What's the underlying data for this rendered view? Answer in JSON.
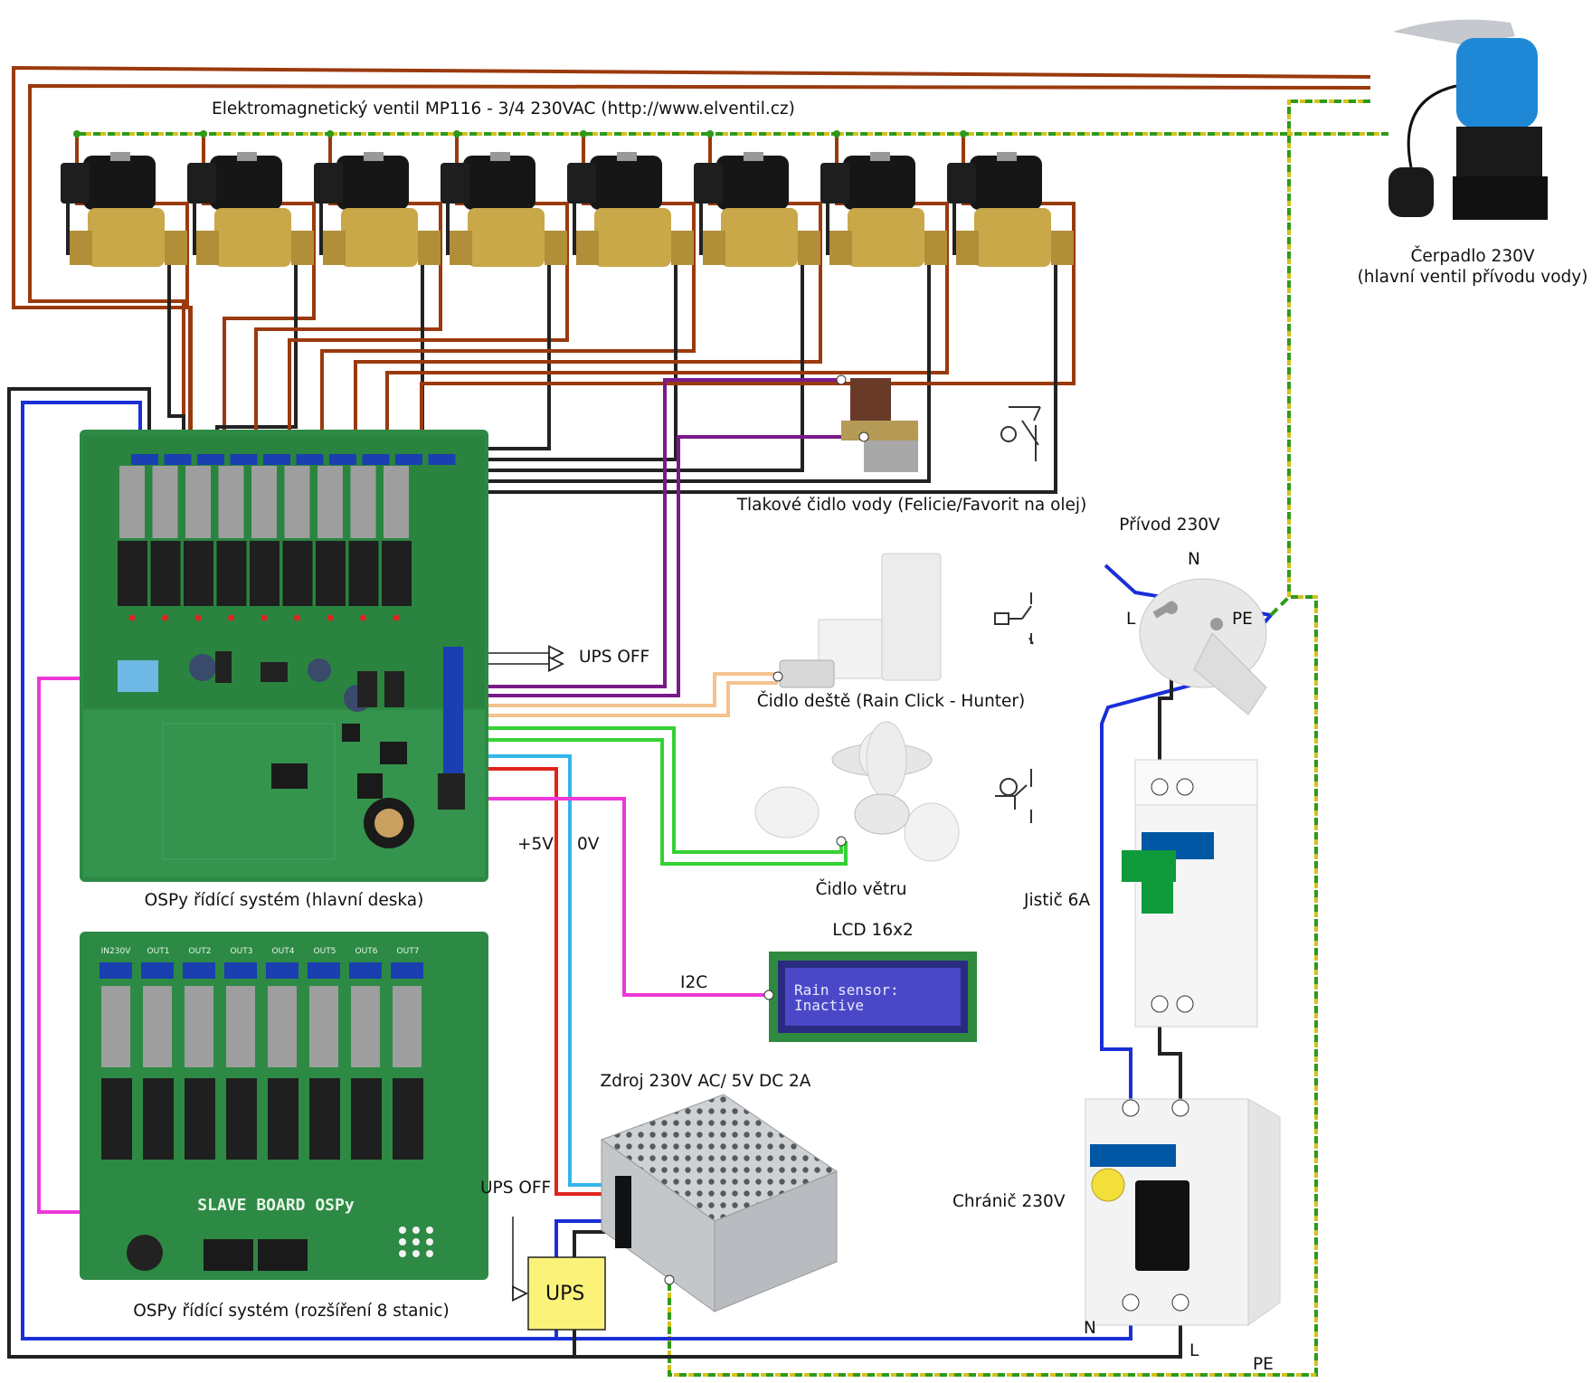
{
  "labels": {
    "valve_title": "Elektromagnetický ventil MP116 - 3/4 230VAC (http://www.elventil.cz)",
    "pump_name": "Čerpadlo 230V",
    "pump_note": "(hlavní ventil přívodu vody)",
    "pressure_sensor": "Tlakové čidlo vody (Felicie/Favorit na olej)",
    "supply": "Přívod 230V",
    "rain_sensor": "Čidlo deště (Rain Click - Hunter)",
    "ups_off_top": "UPS OFF",
    "wind_sensor": "Čidlo větru",
    "main_board": "OSPy řídící systém (hlavní deska)",
    "plus5v": "+5V",
    "zero_v": "0V",
    "breaker": "Jistič 6A",
    "lcd_title": "LCD 16x2",
    "i2c": "I2C",
    "psu": "Zdroj 230V AC/ 5V DC 2A",
    "rcd": "Chránič 230V",
    "ups_off_bottom": "UPS OFF",
    "ups": "UPS",
    "ext_board": "OSPy řídící systém (rozšíření 8 stanic)",
    "n_bottom": "N",
    "l_bottom": "L",
    "pe_bottom": "PE",
    "plug_n": "N",
    "plug_l": "L",
    "plug_pe": "PE"
  },
  "lcd": {
    "line1": "Rain sensor:",
    "line2": "Inactive"
  },
  "ext_board_text": {
    "input": "IN230V",
    "outputs": [
      "OUT1",
      "OUT2",
      "OUT3",
      "OUT4",
      "OUT5",
      "OUT6",
      "OUT7"
    ],
    "silk": "SLAVE BOARD OSPy"
  },
  "colors": {
    "brown": "#9a3a0e",
    "black": "#222222",
    "green_dashed": "#2e9a1a",
    "yellow_dashed": "#d4c21a",
    "purple": "#7a1a8a",
    "peach": "#f3c48e",
    "lime": "#34d234",
    "red": "#e0231c",
    "cyan": "#33b5ea",
    "magenta": "#ee38d8",
    "blue": "#1a2fd8",
    "pcb": "#2d8a45",
    "lcd_bg": "#4b48c8",
    "ups_fill": "#fbf27a"
  },
  "icons": {
    "valve": "solenoid-valve-icon",
    "pump": "submersible-pump-icon",
    "pressure": "pressure-sensor-icon",
    "rain": "rain-sensor-icon",
    "wind": "anemometer-icon",
    "plug": "schuko-plug-icon",
    "breaker": "circuit-breaker-icon",
    "rcd": "rcd-icon",
    "psu": "power-supply-icon"
  }
}
